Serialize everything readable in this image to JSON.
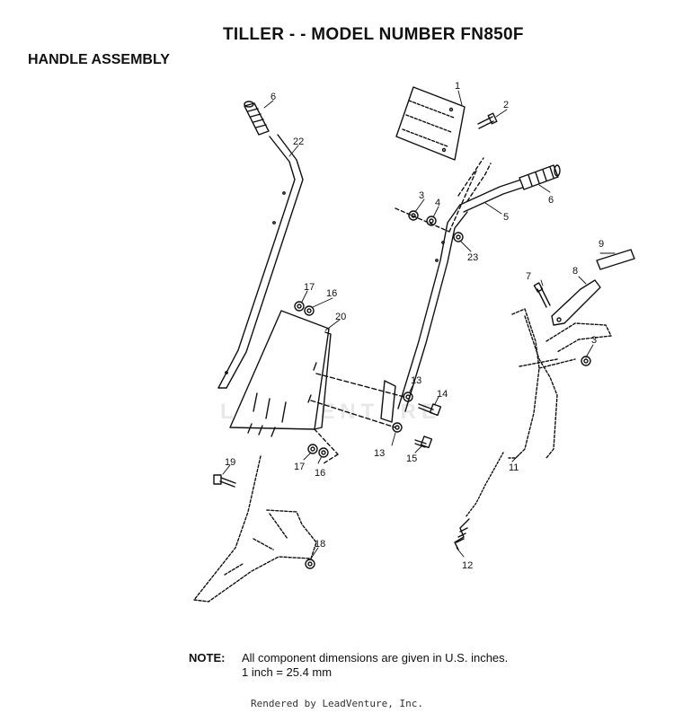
{
  "title": "TILLER - - MODEL NUMBER FN850F",
  "subtitle": "HANDLE ASSEMBLY",
  "watermark": "LEADVENTURE",
  "callouts": [
    {
      "id": "c1",
      "label": "1"
    },
    {
      "id": "c2",
      "label": "2"
    },
    {
      "id": "c3a",
      "label": "3"
    },
    {
      "id": "c4",
      "label": "4"
    },
    {
      "id": "c5",
      "label": "5"
    },
    {
      "id": "c6a",
      "label": "6"
    },
    {
      "id": "c6b",
      "label": "6"
    },
    {
      "id": "c22",
      "label": "22"
    },
    {
      "id": "c23",
      "label": "23"
    },
    {
      "id": "c9",
      "label": "9"
    },
    {
      "id": "c7",
      "label": "7"
    },
    {
      "id": "c8",
      "label": "8"
    },
    {
      "id": "c3b",
      "label": "3"
    },
    {
      "id": "c17a",
      "label": "17"
    },
    {
      "id": "c16a",
      "label": "16"
    },
    {
      "id": "c20",
      "label": "20"
    },
    {
      "id": "c13a",
      "label": "13"
    },
    {
      "id": "c14",
      "label": "14"
    },
    {
      "id": "c13b",
      "label": "13"
    },
    {
      "id": "c15",
      "label": "15"
    },
    {
      "id": "c11",
      "label": "11"
    },
    {
      "id": "c17b",
      "label": "17"
    },
    {
      "id": "c16b",
      "label": "16"
    },
    {
      "id": "c19",
      "label": "19"
    },
    {
      "id": "c18",
      "label": "18"
    },
    {
      "id": "c12",
      "label": "12"
    }
  ],
  "note": {
    "label": "NOTE:",
    "line1": "All component dimensions are given in U.S. inches.",
    "line2": "1 inch = 25.4 mm"
  },
  "footer": "Rendered by LeadVenture, Inc."
}
